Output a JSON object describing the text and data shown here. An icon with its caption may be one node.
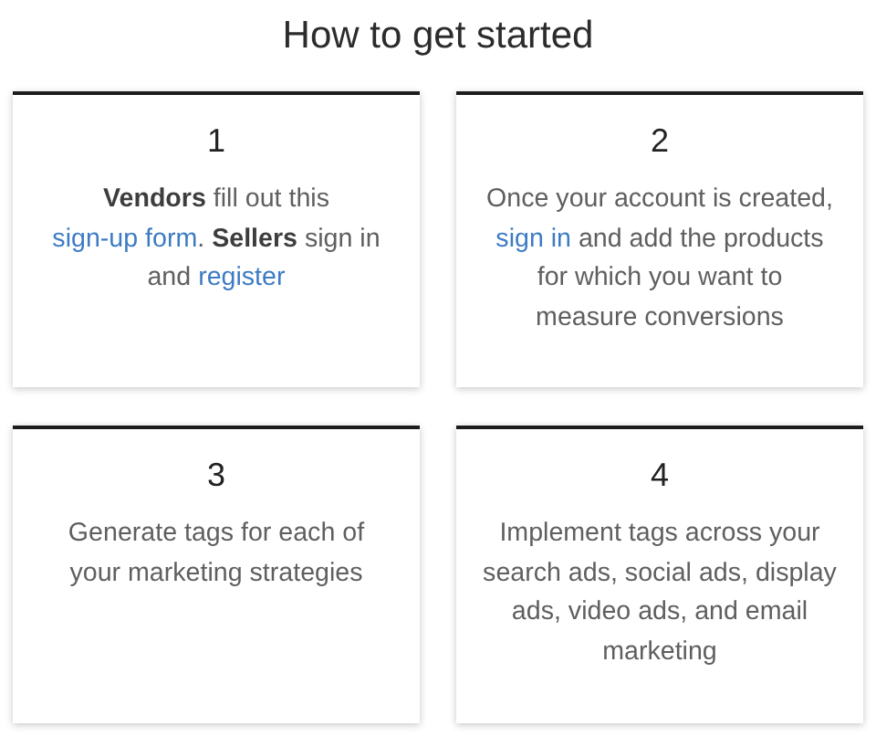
{
  "diagram": {
    "title": "How to get started",
    "nodes": [
      {
        "text": [
          "1",
          "**Vendors** fill out this sign-up form. **Sellers** sign in and register"
        ]
      },
      {
        "text": [
          "2",
          "Once your account is created, sign in and add the products for which you want to measure conversions"
        ]
      },
      {
        "text": [
          "3",
          "Generate tags for each of your marketing strategies"
        ]
      },
      {
        "text": [
          "4",
          "Implement tags across your search ads, social ads, display ads, video ads, and email marketing"
        ]
      }
    ]
  }
}
